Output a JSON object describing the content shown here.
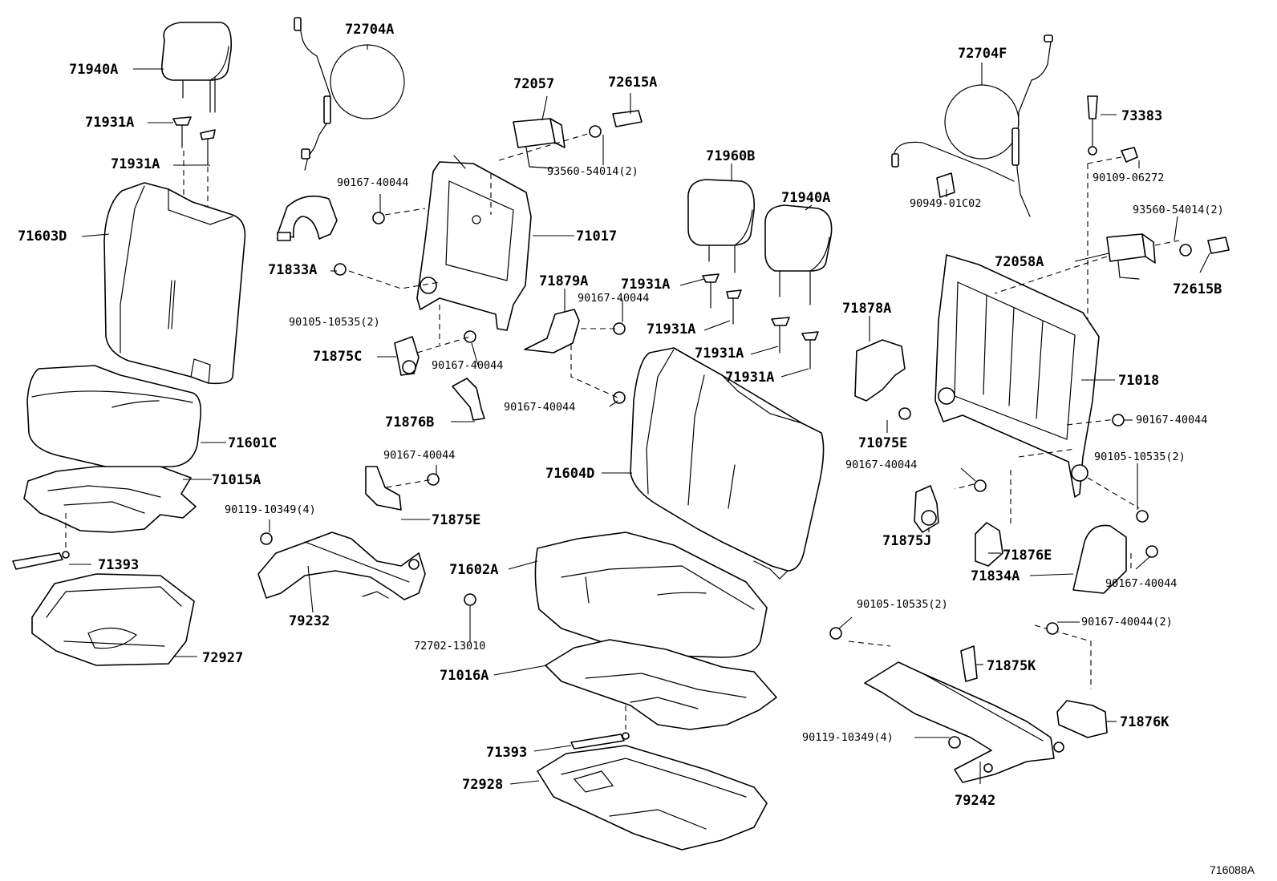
{
  "diagram_id": "716088A",
  "labels": {
    "p72704A": "72704A",
    "p71940A_left": "71940A",
    "p71931A_1": "71931A",
    "p71931A_2": "71931A",
    "p71603D": "71603D",
    "p71601C": "71601C",
    "p71015A": "71015A",
    "p71393_left": "71393",
    "p72927": "72927",
    "p72057": "72057",
    "p72615A": "72615A",
    "p93560_left": "93560-54014(2)",
    "p90167_a": "90167-40044",
    "p71017": "71017",
    "p71833A": "71833A",
    "p90105_left": "90105-10535(2)",
    "p71875C": "71875C",
    "p90167_b": "90167-40044",
    "p71876B": "71876B",
    "p90167_c": "90167-40044",
    "p71875E": "71875E",
    "p90119_left": "90119-10349(4)",
    "p79232": "79232",
    "p72702": "72702-13010",
    "p71879A": "71879A",
    "p90167_d": "90167-40044",
    "p90167_e": "90167-40044",
    "p71960B": "71960B",
    "p71940A_right": "71940A",
    "p71931A_3": "71931A",
    "p71931A_4": "71931A",
    "p71931A_5": "71931A",
    "p71931A_6": "71931A",
    "p71604D": "71604D",
    "p71602A": "71602A",
    "p71016A": "71016A",
    "p71393_mid": "71393",
    "p72928": "72928",
    "p72704F": "72704F",
    "p73383": "73383",
    "p90109": "90109-06272",
    "p90949": "90949-01C02",
    "p93560_right": "93560-54014(2)",
    "p72058A": "72058A",
    "p72615B": "72615B",
    "p71878A": "71878A",
    "p71018": "71018",
    "p71075E": "71075E",
    "p90167_f": "90167-40044",
    "p90167_g": "90167-40044",
    "p90105_right": "90105-10535(2)",
    "p71875J": "71875J",
    "p71876E": "71876E",
    "p71834A": "71834A",
    "p90167_h": "90167-40044",
    "p90105_right2": "90105-10535(2)",
    "p90167_i": "90167-40044(2)",
    "p71875K": "71875K",
    "p71876K": "71876K",
    "p90119_right": "90119-10349(4)",
    "p79242": "79242"
  }
}
